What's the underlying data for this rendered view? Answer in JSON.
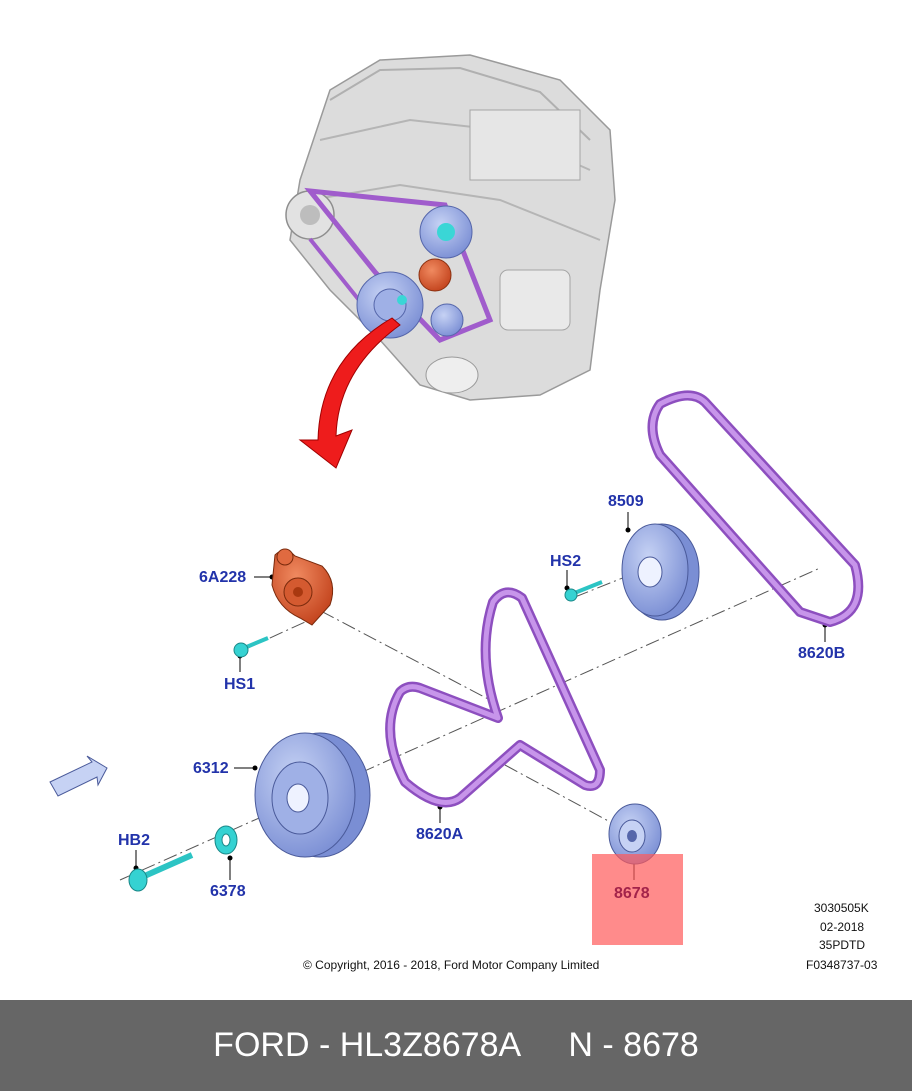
{
  "callouts": [
    {
      "id": "8509",
      "text": "8509"
    },
    {
      "id": "HS2",
      "text": "HS2"
    },
    {
      "id": "6A228",
      "text": "6A228"
    },
    {
      "id": "HS1",
      "text": "HS1"
    },
    {
      "id": "8620B",
      "text": "8620B"
    },
    {
      "id": "6312",
      "text": "6312"
    },
    {
      "id": "8620A",
      "text": "8620A"
    },
    {
      "id": "HB2",
      "text": "HB2"
    },
    {
      "id": "6378",
      "text": "6378"
    },
    {
      "id": "8678",
      "text": "8678"
    }
  ],
  "copyright": "© Copyright, 2016 - 2018, Ford Motor Company Limited",
  "meta_codes": [
    "3030505K",
    "02-2018",
    "35PDTD",
    "F0348737-03"
  ],
  "highlight_color": "#ff5a5a",
  "banner": {
    "brand_part": "FORD - HL3Z8678A",
    "ref": "N - 8678",
    "background": "#666666"
  },
  "icons": [
    "engine-illustration",
    "red-curved-arrow-icon",
    "direction-arrow-icon"
  ]
}
